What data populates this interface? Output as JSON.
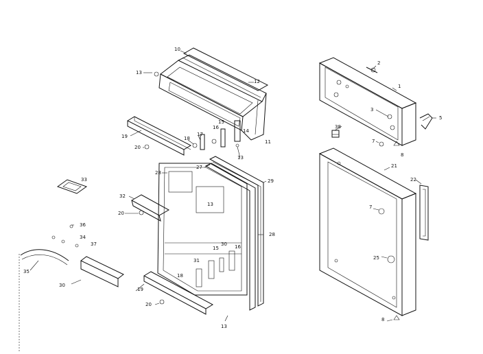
{
  "callouts": [
    {
      "id": "c10",
      "text": "10"
    },
    {
      "id": "c13a",
      "text": "13"
    },
    {
      "id": "c12",
      "text": "12"
    },
    {
      "id": "c19a",
      "text": "19"
    },
    {
      "id": "c20a",
      "text": "20"
    },
    {
      "id": "c17",
      "text": "17"
    },
    {
      "id": "c18a",
      "text": "18"
    },
    {
      "id": "c15a",
      "text": "15"
    },
    {
      "id": "c16a",
      "text": "16"
    },
    {
      "id": "c14",
      "text": "14"
    },
    {
      "id": "c11",
      "text": "11"
    },
    {
      "id": "c13b",
      "text": "13"
    },
    {
      "id": "c28a",
      "text": "28"
    },
    {
      "id": "c27",
      "text": "27"
    },
    {
      "id": "c29",
      "text": "29"
    },
    {
      "id": "c33",
      "text": "33"
    },
    {
      "id": "c32",
      "text": "32"
    },
    {
      "id": "c20b",
      "text": "20"
    },
    {
      "id": "c13c",
      "text": "13"
    },
    {
      "id": "c28b",
      "text": "28"
    },
    {
      "id": "c36",
      "text": "36"
    },
    {
      "id": "c34",
      "text": "34"
    },
    {
      "id": "c37",
      "text": "37"
    },
    {
      "id": "c35",
      "text": "35"
    },
    {
      "id": "c30a",
      "text": "30"
    },
    {
      "id": "c30b",
      "text": "30"
    },
    {
      "id": "c15b",
      "text": "15"
    },
    {
      "id": "c16b",
      "text": "16"
    },
    {
      "id": "c31",
      "text": "31"
    },
    {
      "id": "c18b",
      "text": "18"
    },
    {
      "id": "c19b",
      "text": "19"
    },
    {
      "id": "c20c",
      "text": "20"
    },
    {
      "id": "c13d",
      "text": "13"
    },
    {
      "id": "c2",
      "text": "2"
    },
    {
      "id": "c1",
      "text": "1"
    },
    {
      "id": "c3",
      "text": "3"
    },
    {
      "id": "c5",
      "text": "5"
    },
    {
      "id": "c38",
      "text": "38"
    },
    {
      "id": "c7a",
      "text": "7"
    },
    {
      "id": "c8a",
      "text": "8"
    },
    {
      "id": "c21",
      "text": "21"
    },
    {
      "id": "c22",
      "text": "22"
    },
    {
      "id": "c7b",
      "text": "7"
    },
    {
      "id": "c25",
      "text": "25"
    },
    {
      "id": "c8b",
      "text": "8"
    }
  ]
}
